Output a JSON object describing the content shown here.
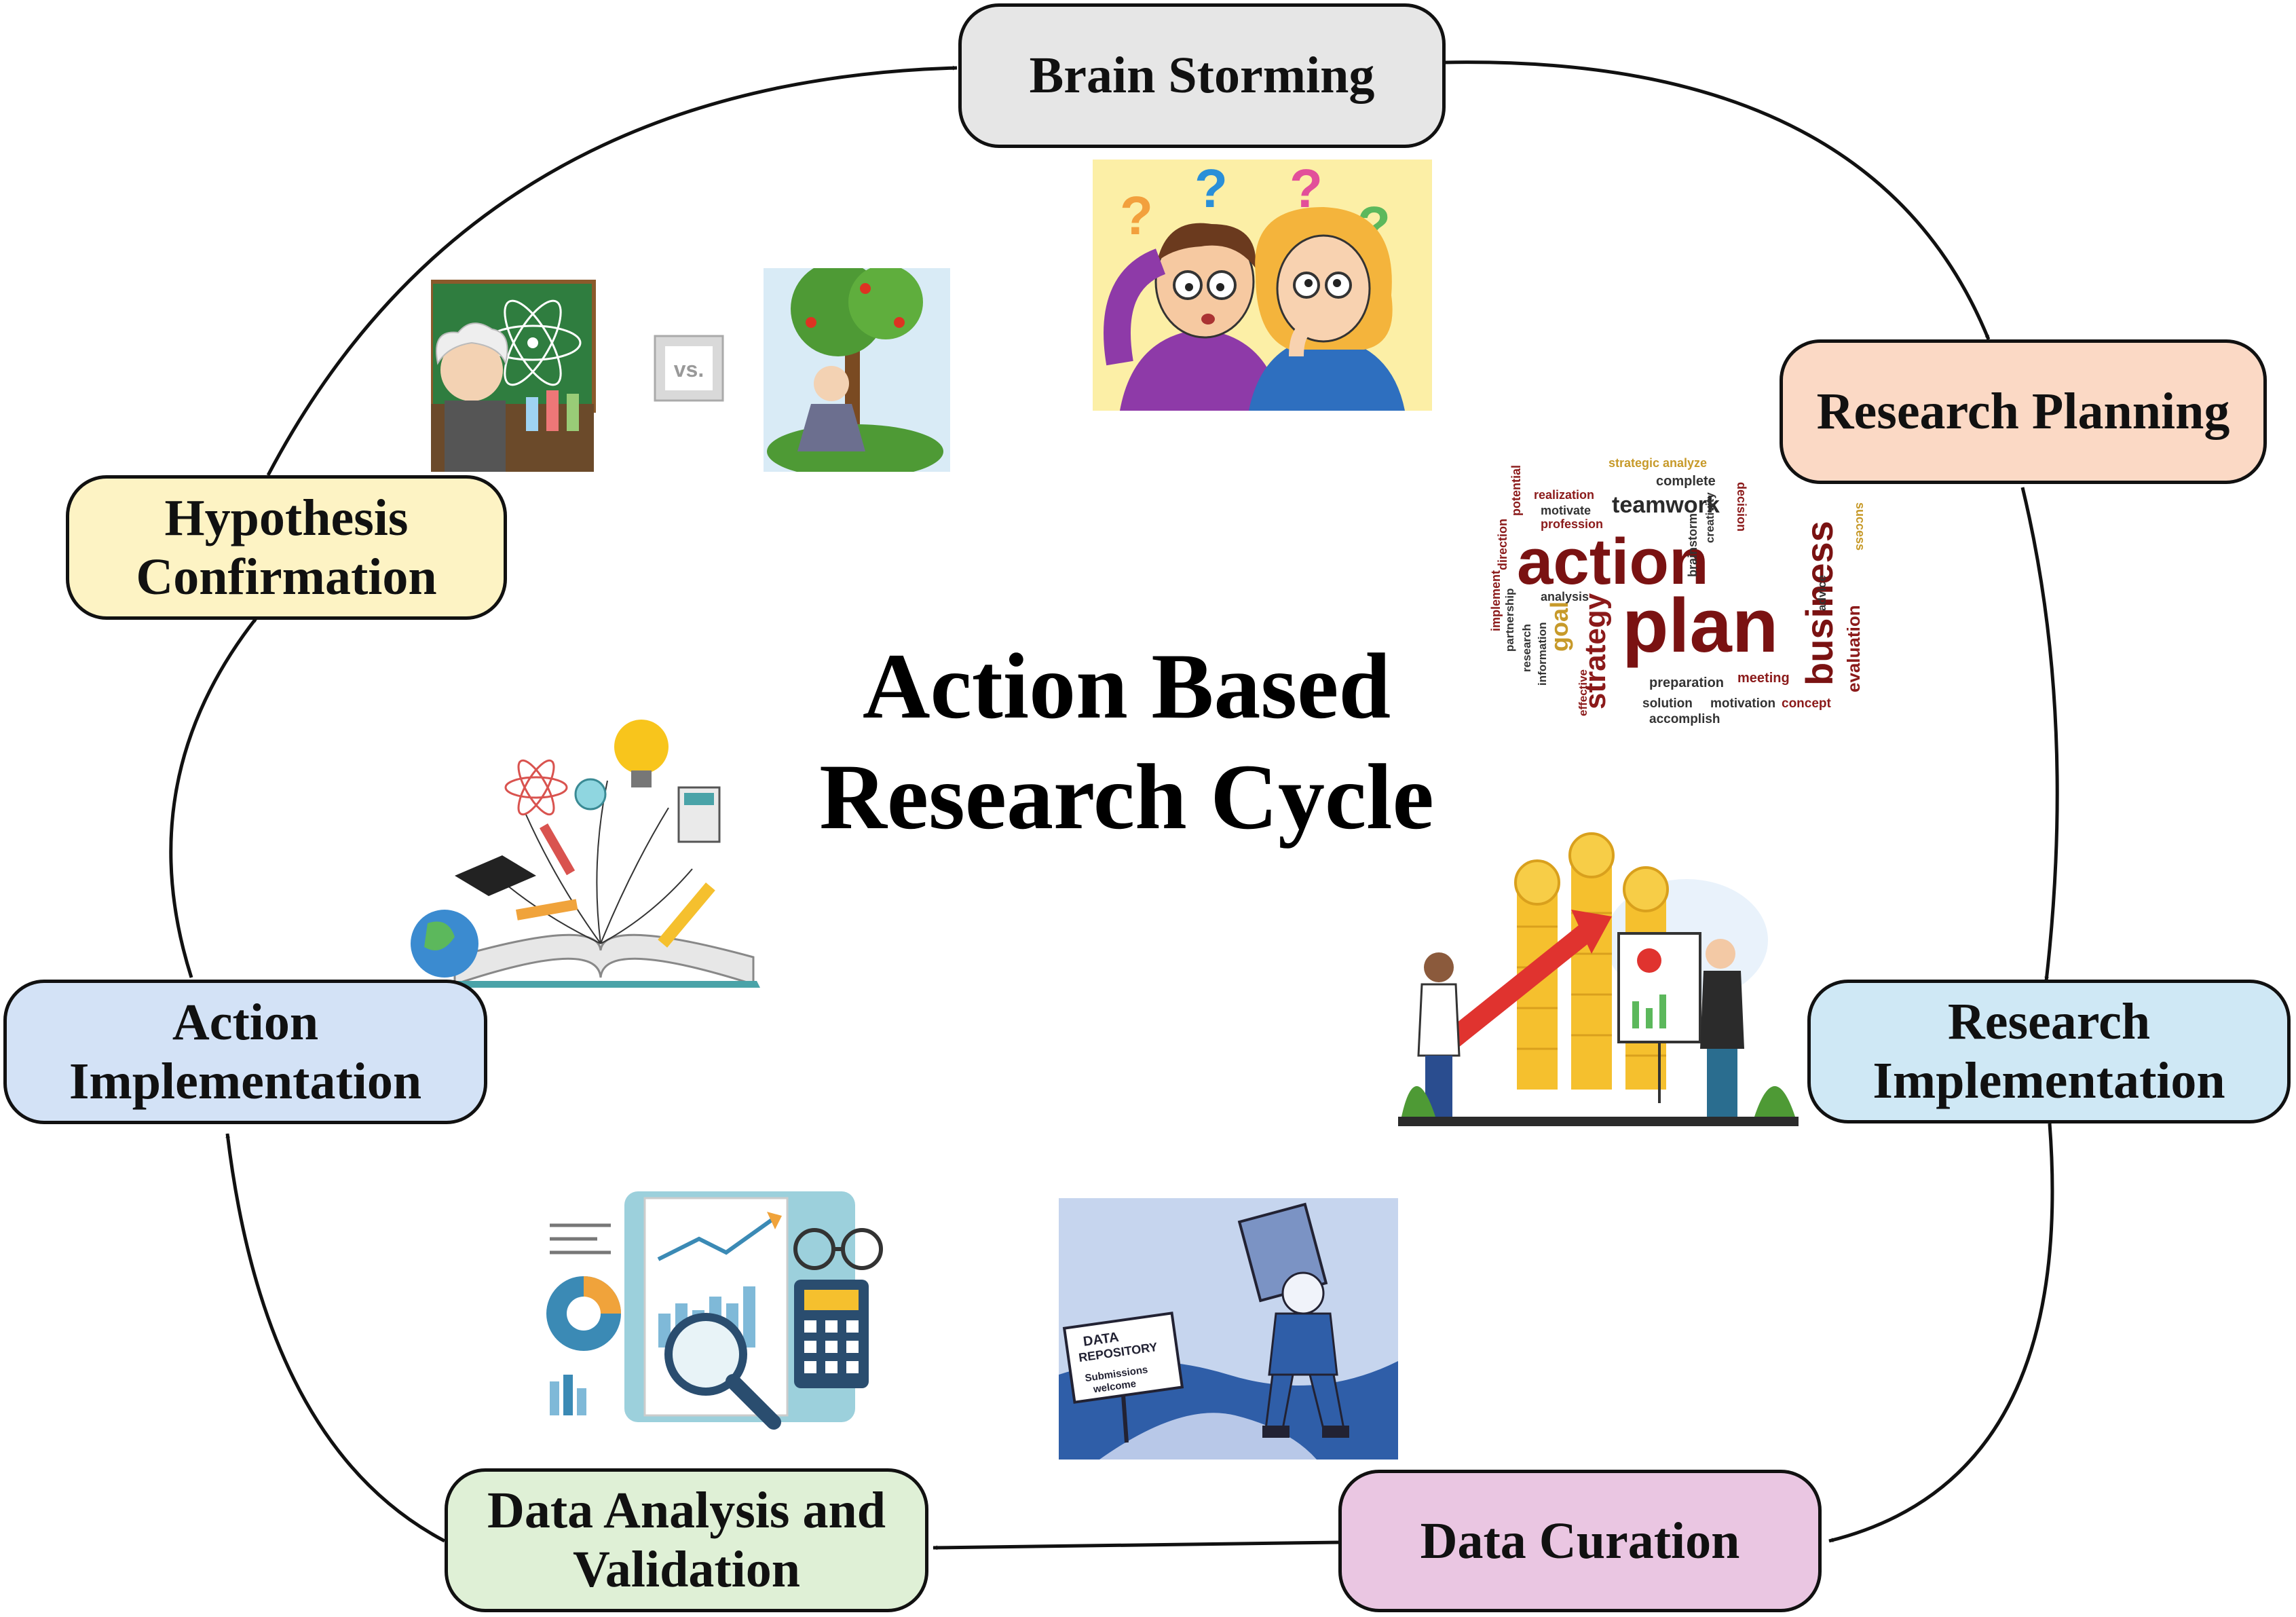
{
  "diagram": {
    "title_lines": [
      "Action Based",
      "Research Cycle"
    ],
    "colors": {
      "brain_storming": "#e6e6e6",
      "research_planning": "#fbd9c5",
      "research_implementation": "#cfe8f5",
      "data_curation": "#eac6e2",
      "data_analysis": "#dff0d6",
      "action_implementation": "#d3e2f6",
      "hypothesis_confirmation": "#fdf3c4",
      "arrow": "#111111"
    },
    "nodes": [
      {
        "id": "brain-storming",
        "lines": [
          "Brain Storming"
        ]
      },
      {
        "id": "research-planning",
        "lines": [
          "Research Planning"
        ]
      },
      {
        "id": "research-implementation",
        "lines": [
          "Research",
          "Implementation"
        ]
      },
      {
        "id": "data-curation",
        "lines": [
          "Data Curation"
        ]
      },
      {
        "id": "data-analysis-validation",
        "lines": [
          "Data Analysis and",
          "Validation"
        ]
      },
      {
        "id": "action-implementation",
        "lines": [
          "Action",
          "Implementation"
        ]
      },
      {
        "id": "hypothesis-confirmation",
        "lines": [
          "Hypothesis",
          "Confirmation"
        ]
      }
    ],
    "edges": [
      {
        "from": "brain-storming",
        "to": "research-planning"
      },
      {
        "from": "research-planning",
        "to": "research-implementation"
      },
      {
        "from": "research-implementation",
        "to": "data-curation"
      },
      {
        "from": "data-curation",
        "to": "data-analysis-validation"
      },
      {
        "from": "data-analysis-validation",
        "to": "action-implementation"
      },
      {
        "from": "action-implementation",
        "to": "hypothesis-confirmation"
      },
      {
        "from": "hypothesis-confirmation",
        "to": "brain-storming"
      }
    ],
    "illustrations": {
      "versus_label": "vs.",
      "data_sign_lines": [
        "DATA",
        "REPOSITORY",
        "Submissions",
        "welcome"
      ],
      "word_cloud": [
        "strategic analyze",
        "complete",
        "realization",
        "motivate",
        "teamwork",
        "decision",
        "potential",
        "profession",
        "creativity",
        "direction",
        "action",
        "brainstorm",
        "success",
        "implement",
        "analysis",
        "business",
        "advice",
        "partnership",
        "goal",
        "plan",
        "evaluation",
        "research",
        "information",
        "strategy",
        "effective",
        "preparation",
        "meeting",
        "solution",
        "motivation",
        "concept",
        "accomplish"
      ]
    }
  }
}
